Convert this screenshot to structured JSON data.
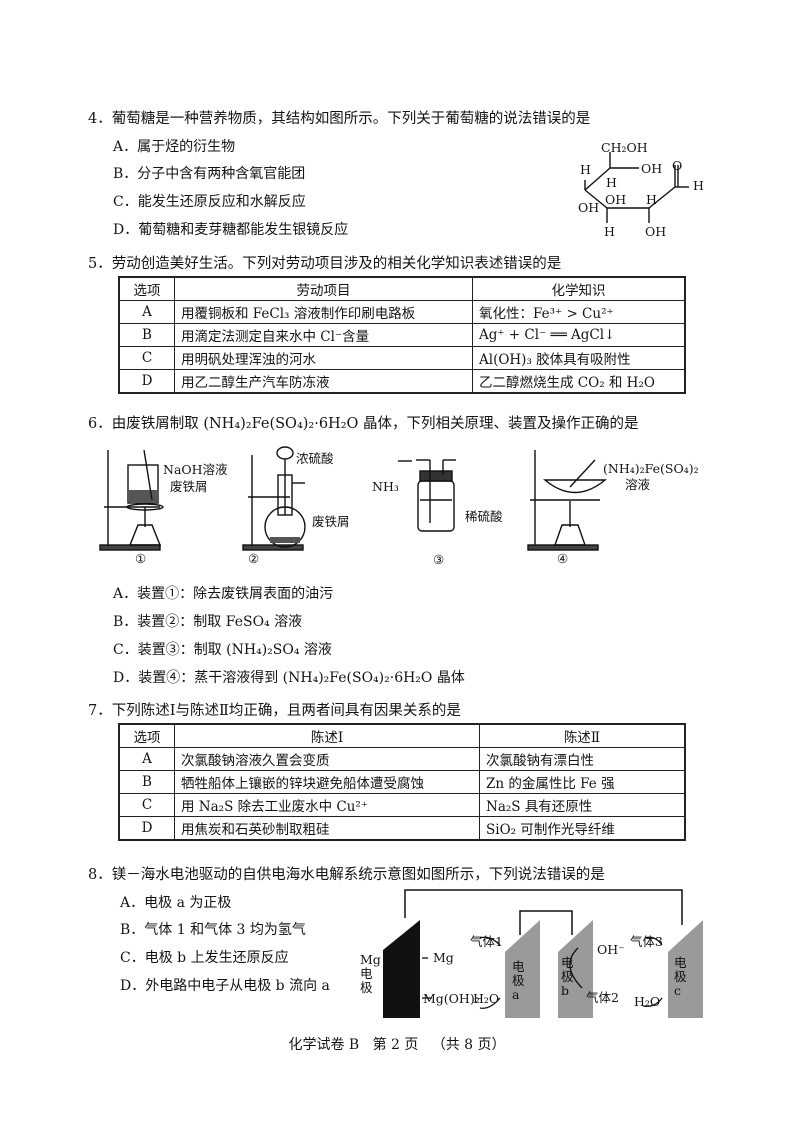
{
  "questions": {
    "q4": {
      "number": "4．",
      "stem": "葡萄糖是一种营养物质，其结构如图所示。下列关于葡萄糖的说法错误的是",
      "options": [
        {
          "key": "A．",
          "text": "属于烃的衍生物"
        },
        {
          "key": "B．",
          "text": "分子中含有两种含氧官能团"
        },
        {
          "key": "C．",
          "text": "能发生还原反应和水解反应"
        },
        {
          "key": "D．",
          "text": "葡萄糖和麦芽糖都能发生银镜反应"
        }
      ],
      "structure_labels": {
        "ch2oh": "CH₂OH",
        "oh_top": "OH",
        "o": "O",
        "h_ald": "H",
        "h_left": "H",
        "h_c4": "H",
        "oh_left": "OH",
        "oh_mid": "OH",
        "h_c2": "H",
        "h_bottom": "H",
        "oh_bottom": "OH"
      }
    },
    "q5": {
      "number": "5．",
      "stem": "劳动创造美好生活。下列对劳动项目涉及的相关化学知识表述错误的是",
      "table": {
        "headers": [
          "选项",
          "劳动项目",
          "化学知识"
        ],
        "rows": [
          [
            "A",
            "用覆铜板和 FeCl₃ 溶液制作印刷电路板",
            "氧化性：Fe³⁺ > Cu²⁺"
          ],
          [
            "B",
            "用滴定法测定自来水中 Cl⁻含量",
            "Ag⁺ + Cl⁻ ══ AgCl↓"
          ],
          [
            "C",
            "用明矾处理浑浊的河水",
            "Al(OH)₃ 胶体具有吸附性"
          ],
          [
            "D",
            "用乙二醇生产汽车防冻液",
            "乙二醇燃烧生成 CO₂ 和 H₂O"
          ]
        ]
      }
    },
    "q6": {
      "number": "6．",
      "stem": "由废铁屑制取 (NH₄)₂Fe(SO₄)₂·6H₂O 晶体，下列相关原理、装置及操作正确的是",
      "apparatus": [
        {
          "id": "①",
          "labels": [
            "NaOH溶液",
            "废铁屑"
          ]
        },
        {
          "id": "②",
          "labels": [
            "浓硫酸",
            "废铁屑"
          ]
        },
        {
          "id": "③",
          "labels": [
            "NH₃",
            "稀硫酸"
          ]
        },
        {
          "id": "④",
          "labels": [
            "(NH₄)₂Fe(SO₄)₂",
            "溶液"
          ]
        }
      ],
      "options": [
        {
          "key": "A．",
          "text": "装置①：除去废铁屑表面的油污"
        },
        {
          "key": "B．",
          "text": "装置②：制取 FeSO₄ 溶液"
        },
        {
          "key": "C．",
          "text": "装置③：制取 (NH₄)₂SO₄ 溶液"
        },
        {
          "key": "D．",
          "text": "装置④：蒸干溶液得到 (NH₄)₂Fe(SO₄)₂·6H₂O 晶体"
        }
      ]
    },
    "q7": {
      "number": "7．",
      "stem": "下列陈述Ⅰ与陈述Ⅱ均正确，且两者间具有因果关系的是",
      "table": {
        "headers": [
          "选项",
          "陈述Ⅰ",
          "陈述Ⅱ"
        ],
        "rows": [
          [
            "A",
            "次氯酸钠溶液久置会变质",
            "次氯酸钠有漂白性"
          ],
          [
            "B",
            "牺牲船体上镶嵌的锌块避免船体遭受腐蚀",
            "Zn 的金属性比 Fe 强"
          ],
          [
            "C",
            "用 Na₂S 除去工业废水中 Cu²⁺",
            "Na₂S 具有还原性"
          ],
          [
            "D",
            "用焦炭和石英砂制取粗硅",
            "SiO₂ 可制作光导纤维"
          ]
        ]
      }
    },
    "q8": {
      "number": "8．",
      "stem": "镁－海水电池驱动的自供电海水电解系统示意图如图所示，下列说法错误的是",
      "options": [
        {
          "key": "A．",
          "text": "电极 a 为正极"
        },
        {
          "key": "B．",
          "text": "气体 1 和气体 3 均为氢气"
        },
        {
          "key": "C．",
          "text": "电极 b 上发生还原反应"
        },
        {
          "key": "D．",
          "text": "外电路中电子从电极 b 流向 a"
        }
      ],
      "diagram": {
        "mg_electrode": [
          "Mg",
          "电",
          "极"
        ],
        "mg": "Mg",
        "mgoh2": "Mg(OH)₂",
        "gas1": "气体1",
        "h2o_1": "H₂O",
        "electrode_a": [
          "电",
          "极",
          "a"
        ],
        "electrode_b": [
          "电",
          "极",
          "b"
        ],
        "oh": "OH⁻",
        "gas2": "气体2",
        "gas3": "气体3",
        "h2o_2": "H₂O",
        "electrode_c": [
          "电",
          "极",
          "c"
        ]
      }
    }
  },
  "footer": {
    "subject": "化学试卷 B",
    "page": "第 2 页",
    "total": "（共 8 页）"
  }
}
